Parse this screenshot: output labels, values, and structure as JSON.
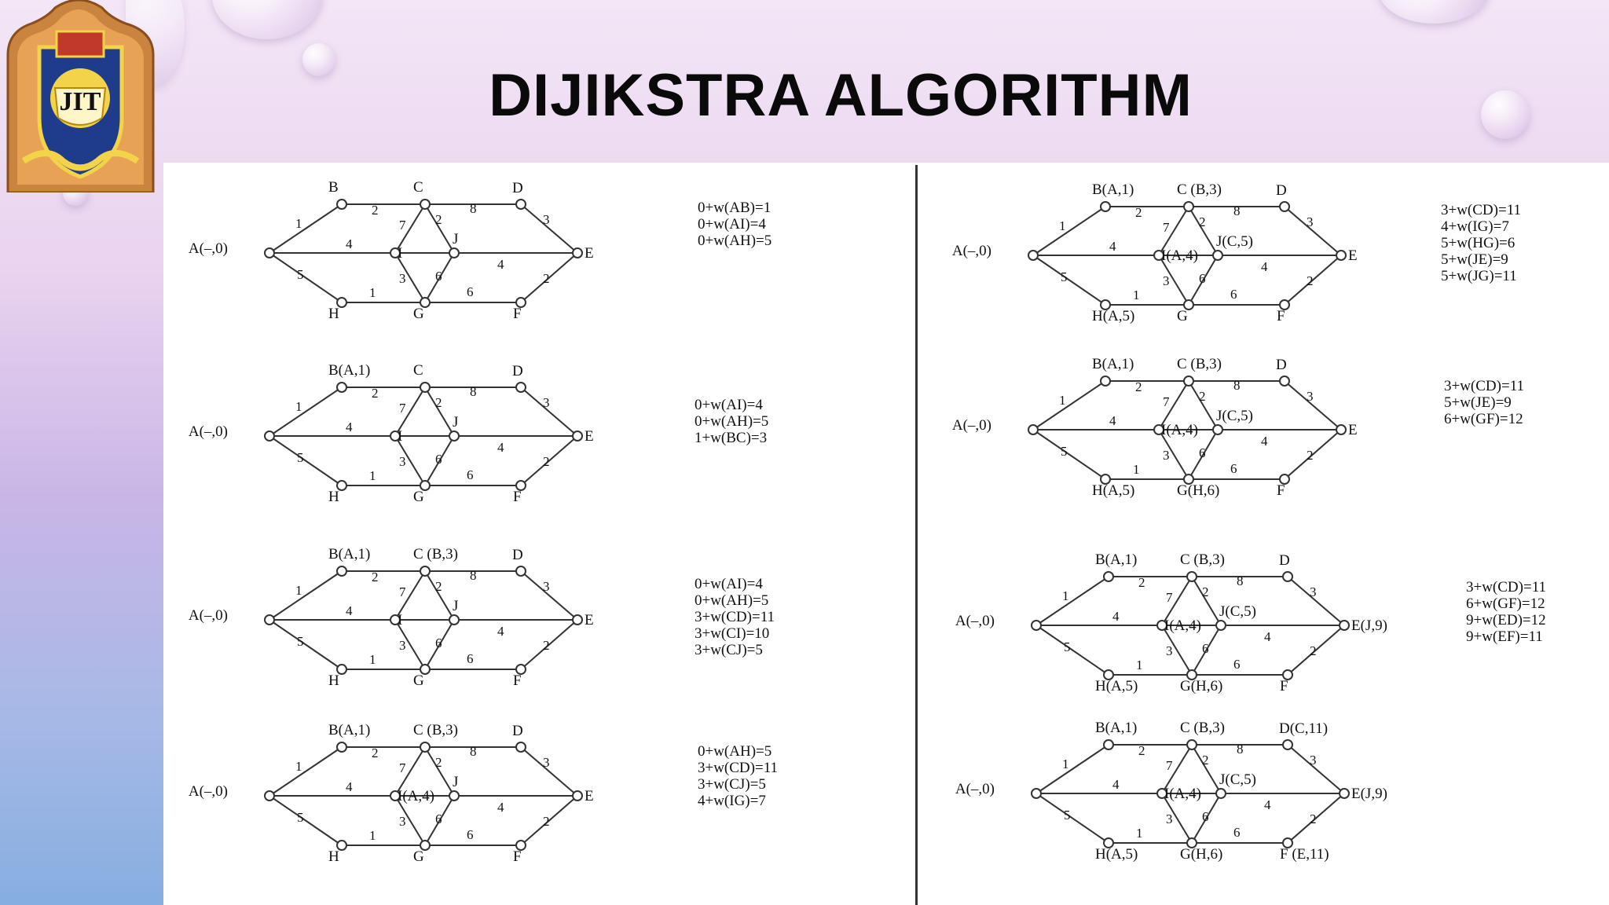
{
  "slide": {
    "title": "DIJIKSTRA ALGORITHM",
    "logo_text": "JIT"
  },
  "panels": [
    {
      "id": 1,
      "labels": {
        "A": "A(–,0)",
        "B": "B",
        "C": "C",
        "D": "D",
        "E": "E",
        "F": "F",
        "G": "G",
        "H": "H",
        "I": "I",
        "J": "J"
      },
      "equations": [
        "0+w(AB)=1",
        "0+w(AI)=4",
        "0+w(AH)=5"
      ]
    },
    {
      "id": 2,
      "labels": {
        "A": "A(–,0)",
        "B": "B(A,1)",
        "C": "C",
        "D": "D",
        "E": "E",
        "F": "F",
        "G": "G",
        "H": "H",
        "I": "I",
        "J": "J"
      },
      "equations": [
        "0+w(AI)=4",
        "0+w(AH)=5",
        "1+w(BC)=3"
      ]
    },
    {
      "id": 3,
      "labels": {
        "A": "A(–,0)",
        "B": "B(A,1)",
        "C": "C (B,3)",
        "D": "D",
        "E": "E",
        "F": "F",
        "G": "G",
        "H": "H",
        "I": "I",
        "J": "J"
      },
      "equations": [
        "0+w(AI)=4",
        "0+w(AH)=5",
        "3+w(CD)=11",
        "3+w(CI)=10",
        "3+w(CJ)=5"
      ]
    },
    {
      "id": 4,
      "labels": {
        "A": "A(–,0)",
        "B": "B(A,1)",
        "C": "C (B,3)",
        "D": "D",
        "E": "E",
        "F": "F",
        "G": "G",
        "H": "H",
        "I": "I(A,4)",
        "J": "J"
      },
      "equations": [
        "0+w(AH)=5",
        "3+w(CD)=11",
        "3+w(CJ)=5",
        "4+w(IG)=7"
      ]
    },
    {
      "id": 5,
      "labels": {
        "A": "A(–,0)",
        "B": "B(A,1)",
        "C": "C (B,3)",
        "D": "D",
        "E": "E",
        "F": "F",
        "G": "G",
        "H": "H(A,5)",
        "I": "I(A,4)",
        "J": "J(C,5)"
      },
      "equations": [
        "3+w(CD)=11",
        "4+w(IG)=7",
        "5+w(HG)=6",
        "5+w(JE)=9",
        "5+w(JG)=11"
      ]
    },
    {
      "id": 6,
      "labels": {
        "A": "A(–,0)",
        "B": "B(A,1)",
        "C": "C (B,3)",
        "D": "D",
        "E": "E",
        "F": "F",
        "G": "G(H,6)",
        "H": "H(A,5)",
        "I": "I(A,4)",
        "J": "J(C,5)"
      },
      "equations": [
        "3+w(CD)=11",
        "5+w(JE)=9",
        "6+w(GF)=12"
      ]
    },
    {
      "id": 7,
      "labels": {
        "A": "A(–,0)",
        "B": "B(A,1)",
        "C": "C (B,3)",
        "D": "D",
        "E": "E(J,9)",
        "F": "F",
        "G": "G(H,6)",
        "H": "H(A,5)",
        "I": "I(A,4)",
        "J": "J(C,5)"
      },
      "equations": [
        "3+w(CD)=11",
        "6+w(GF)=12",
        "9+w(ED)=12",
        "9+w(EF)=11"
      ]
    },
    {
      "id": 8,
      "labels": {
        "A": "A(–,0)",
        "B": "B(A,1)",
        "C": "C (B,3)",
        "D": "D(C,11)",
        "E": "E(J,9)",
        "F": "F (E,11)",
        "G": "G(H,6)",
        "H": "H(A,5)",
        "I": "I(A,4)",
        "J": "J(C,5)"
      },
      "equations": []
    }
  ],
  "edge_weights": {
    "AB": "1",
    "BC": "2",
    "CD": "8",
    "DE": "3",
    "AI": "4",
    "AH": "5",
    "HG": "1",
    "GF": "6",
    "FE": "2",
    "CI": "7",
    "CJ": "2",
    "IG": "3",
    "JG": "6",
    "JE": "4"
  }
}
